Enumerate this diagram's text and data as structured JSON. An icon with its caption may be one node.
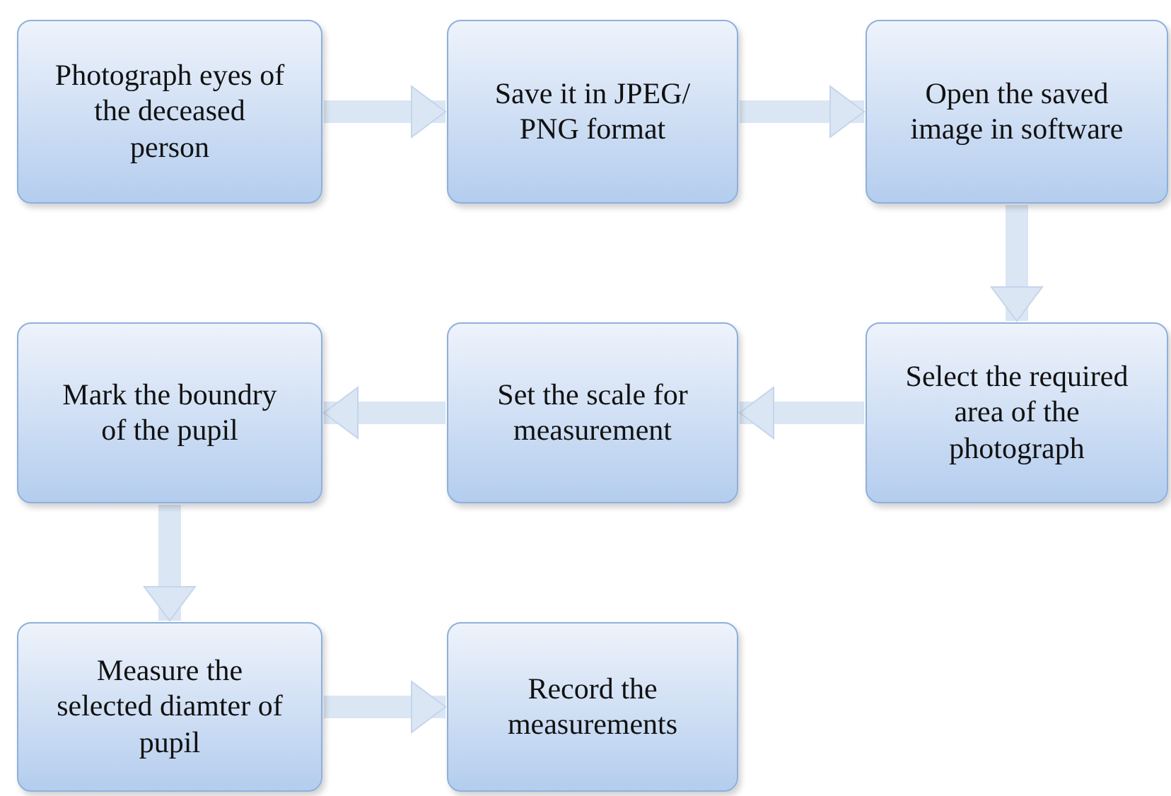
{
  "diagram": {
    "nodes": [
      {
        "text": [
          "Photograph eyes of the deceased person"
        ]
      },
      {
        "text": [
          "Save it in JPEG/ PNG format"
        ]
      },
      {
        "text": [
          "Open the saved image in software"
        ]
      },
      {
        "text": [
          "Mark the boundry of the pupil"
        ]
      },
      {
        "text": [
          "Set the scale for measurement"
        ]
      },
      {
        "text": [
          "Select the required area of the photograph"
        ]
      },
      {
        "text": [
          "Measure the selected diamter of pupil"
        ]
      },
      {
        "text": [
          "Record the measurements"
        ]
      }
    ],
    "edges": [
      {
        "from": 0,
        "to": 1,
        "arrow": "to"
      },
      {
        "from": 1,
        "to": 2,
        "arrow": "to"
      },
      {
        "from": 2,
        "to": 5,
        "arrow": "to"
      },
      {
        "from": 5,
        "to": 4,
        "arrow": "to"
      },
      {
        "from": 4,
        "to": 3,
        "arrow": "to"
      },
      {
        "from": 3,
        "to": 6,
        "arrow": "to"
      },
      {
        "from": 6,
        "to": 7,
        "arrow": "to"
      }
    ]
  }
}
